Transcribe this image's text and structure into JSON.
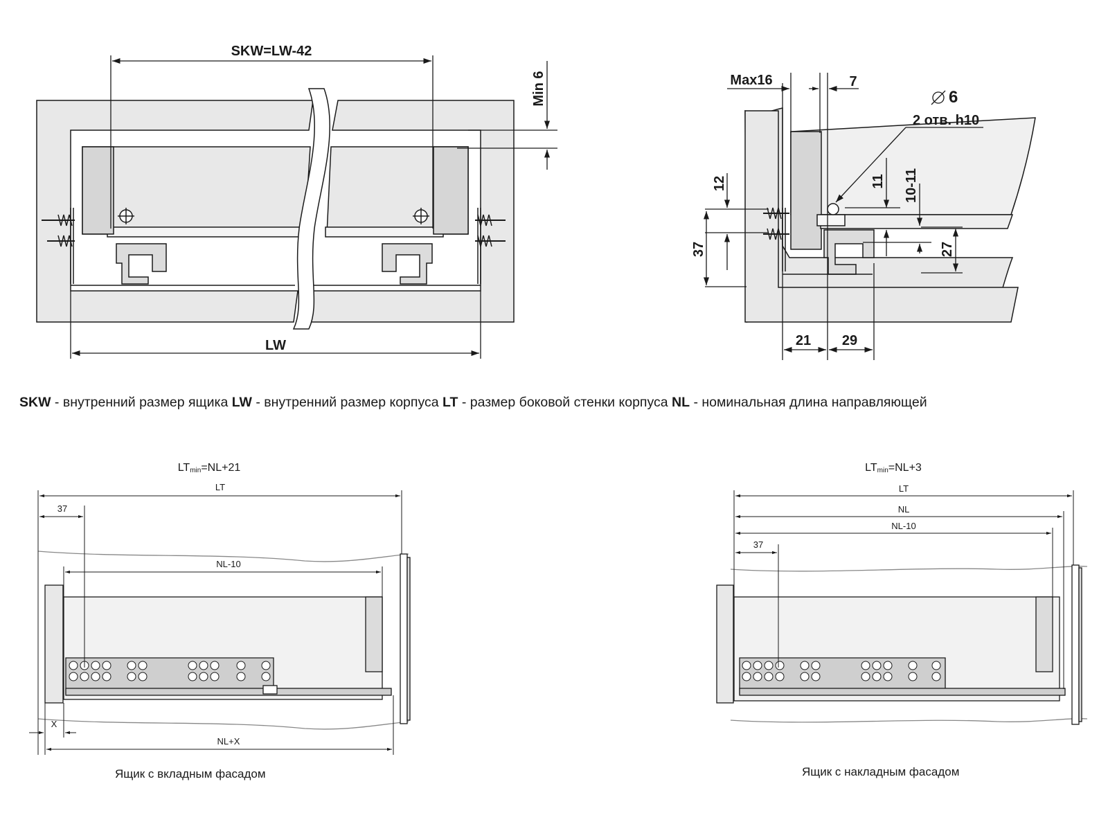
{
  "top_left": {
    "skw_label": "SKW=LW-42",
    "lw_label": "LW",
    "min_label": "Min 6"
  },
  "top_right": {
    "max16": "Max16",
    "d7": "7",
    "hole_diameter": "6",
    "hole_note": "2 отв. h10",
    "d12": "12",
    "d11": "11",
    "d10_11": "10-11",
    "d37": "37",
    "d27": "27",
    "d21": "21",
    "d29": "29"
  },
  "legend": [
    {
      "term": "SKW",
      "text": " - внутренний размер ящика "
    },
    {
      "term": "LW",
      "text": " - внутренний размер корпуса "
    },
    {
      "term": "LT",
      "text": " - размер боковой стенки корпуса "
    },
    {
      "term": "NL",
      "text": " - номинальная длина направляющей"
    }
  ],
  "bottom_left": {
    "formula_main": "LT",
    "formula_sub": "min",
    "formula_rest": "=NL+21",
    "lt": "LT",
    "d37": "37",
    "nl10": "NL-10",
    "x": "X",
    "nlx": "NL+X",
    "caption": "Ящик с вкладным фасадом"
  },
  "bottom_right": {
    "formula_main": "LT",
    "formula_sub": "min",
    "formula_rest": "=NL+3",
    "lt": "LT",
    "nl": "NL",
    "nl10": "NL-10",
    "d37": "37",
    "caption": "Ящик с накладным фасадом"
  },
  "colors": {
    "panel_fill": "#e8e8e8",
    "line": "#1a1a1a",
    "background": "#ffffff"
  }
}
